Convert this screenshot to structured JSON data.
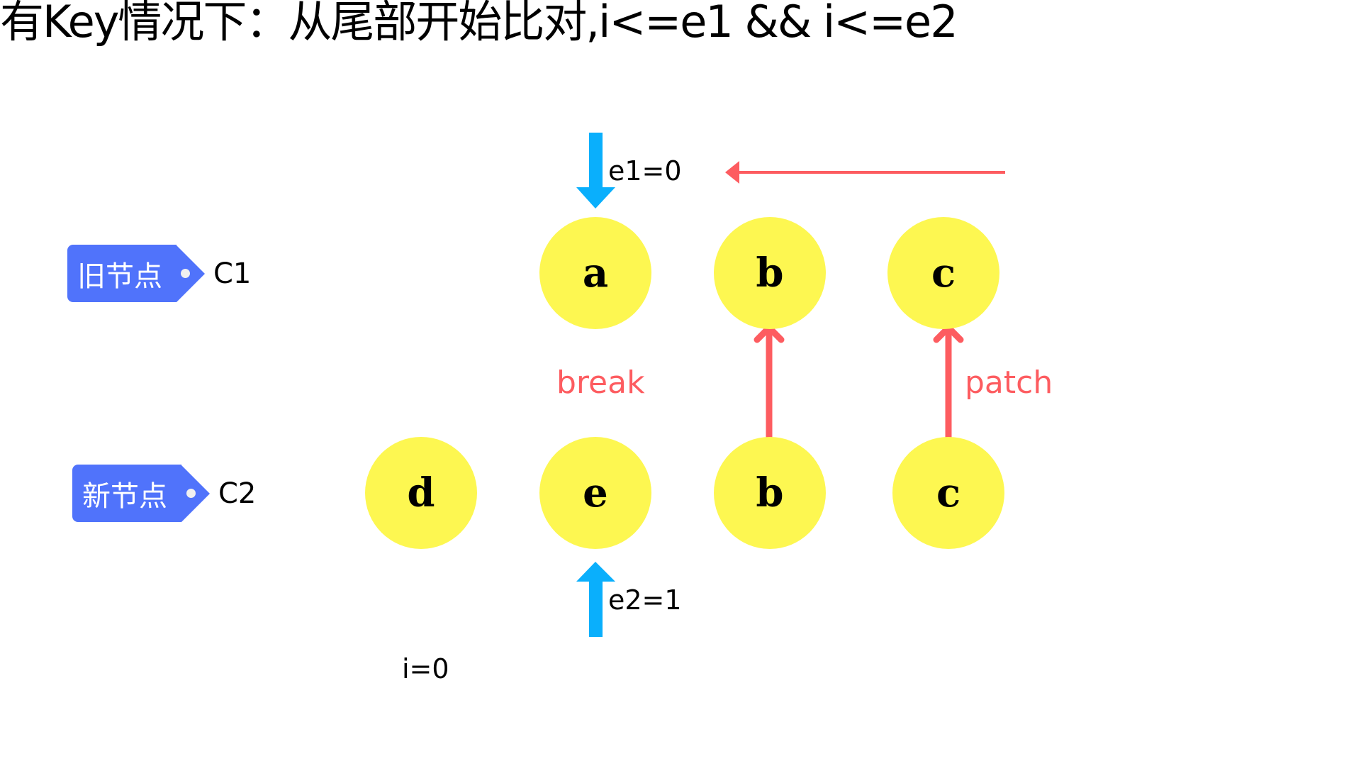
{
  "title": "有Key情况下：从尾部开始比对,i<=e1 && i<=e2",
  "tags": {
    "old": {
      "label": "旧节点",
      "name": "C1"
    },
    "new": {
      "label": "新节点",
      "name": "C2"
    }
  },
  "old_nodes": [
    "a",
    "b",
    "c"
  ],
  "new_nodes": [
    "d",
    "e",
    "b",
    "c"
  ],
  "pointers": {
    "e1": "e1=0",
    "e2": "e2=1",
    "i": "i=0"
  },
  "annotations": {
    "break": "break",
    "patch": "patch"
  },
  "colors": {
    "node_fill": "#fdf751",
    "tag_fill": "#5073fb",
    "pointer_arrow": "#0aaffc",
    "compare_arrow": "#fd5c60"
  }
}
